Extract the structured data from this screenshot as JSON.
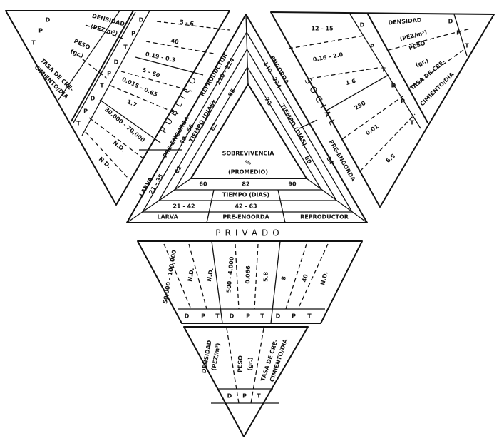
{
  "sectors": {
    "publico": "PUBLICO",
    "social": "SOCIAL",
    "privado": "PRIVADO"
  },
  "center": {
    "line1": "SOBREVIVENCIA",
    "line2": "%",
    "line3": "(PROMEDIO)"
  },
  "legend": {
    "letters": [
      "D",
      "P",
      "T"
    ],
    "densidad": "DENSIDAD",
    "densidad_unit": "(PEZ/m³)",
    "peso": "PESO",
    "peso_unit": "(gr.)",
    "tasa1": "TASA DE CRE-",
    "tasa2": "CIMIENTO/DIA"
  },
  "publico_band": {
    "stages": [
      "LARVA",
      "PRE-ENGORDA",
      "REPRODUCTOR"
    ],
    "times": [
      "21 - 35",
      "49 - 56",
      "210 - 224"
    ],
    "time_label": "TIEMPO (DIAS)",
    "survival": [
      "62",
      "62",
      "85"
    ]
  },
  "social_band": {
    "stages": [
      "ENGORDA",
      "PRE-ENGORDA"
    ],
    "times": [
      "140 - 224",
      "84"
    ],
    "time_label": "TIEMPO (DIAS)",
    "survival": [
      "72",
      "80"
    ]
  },
  "privado_band": {
    "stages": [
      "LARVA",
      "PRE-ENGORDA",
      "REPRODUCTOR"
    ],
    "times": [
      "21 - 42",
      "42 - 63"
    ],
    "time_label": "TIEMPO (DIAS)",
    "survival": [
      "60",
      "82",
      "90"
    ]
  },
  "publico_values": [
    "5 - 6",
    "40",
    "0.19 - 0.3",
    "5 - 60",
    "0.015 - 0.65",
    "1.7",
    "30,000 - 70,000",
    "N.D.",
    "N.D."
  ],
  "social_values": [
    "12 - 15",
    "0.16 - 2.0",
    "1.6",
    "250",
    "0.01",
    "6.5"
  ],
  "privado_values": [
    "50,000 - 100,000",
    "N.D.",
    "N.D.",
    "500 - 4,000",
    "0.066",
    "5.8",
    "8",
    "40",
    "N.D."
  ]
}
